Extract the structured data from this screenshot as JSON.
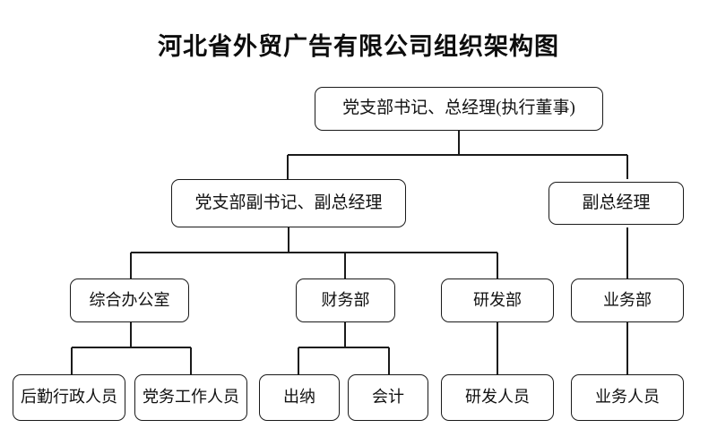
{
  "document": {
    "title": "河北省外贸广告有限公司组织架构图",
    "background_color": "#ffffff",
    "line_color": "#1a1a1a",
    "text_color": "#111111"
  },
  "org_chart": {
    "type": "organization-chart",
    "levels": 4,
    "nodes": {
      "root": {
        "label": "党支部书记、总经理(执行董事)"
      },
      "deputy_party": {
        "label": "党支部副书记、副总经理"
      },
      "deputy_gm": {
        "label": "副总经理"
      },
      "general_office": {
        "label": "综合办公室"
      },
      "finance_dept": {
        "label": "财务部"
      },
      "rd_dept": {
        "label": "研发部"
      },
      "business_dept": {
        "label": "业务部"
      },
      "logistics_staff": {
        "label": "后勤行政人员"
      },
      "party_affairs_staff": {
        "label": "党务工作人员"
      },
      "cashier": {
        "label": "出纳"
      },
      "accountant": {
        "label": "会计"
      },
      "rd_staff": {
        "label": "研发人员"
      },
      "business_staff": {
        "label": "业务人员"
      }
    },
    "edges": [
      {
        "from": "root",
        "to": "deputy_party"
      },
      {
        "from": "root",
        "to": "deputy_gm"
      },
      {
        "from": "deputy_party",
        "to": "general_office"
      },
      {
        "from": "deputy_party",
        "to": "finance_dept"
      },
      {
        "from": "deputy_party",
        "to": "rd_dept"
      },
      {
        "from": "deputy_gm",
        "to": "business_dept"
      },
      {
        "from": "general_office",
        "to": "logistics_staff"
      },
      {
        "from": "general_office",
        "to": "party_affairs_staff"
      },
      {
        "from": "finance_dept",
        "to": "cashier"
      },
      {
        "from": "finance_dept",
        "to": "accountant"
      },
      {
        "from": "rd_dept",
        "to": "rd_staff"
      },
      {
        "from": "business_dept",
        "to": "business_staff"
      }
    ]
  }
}
